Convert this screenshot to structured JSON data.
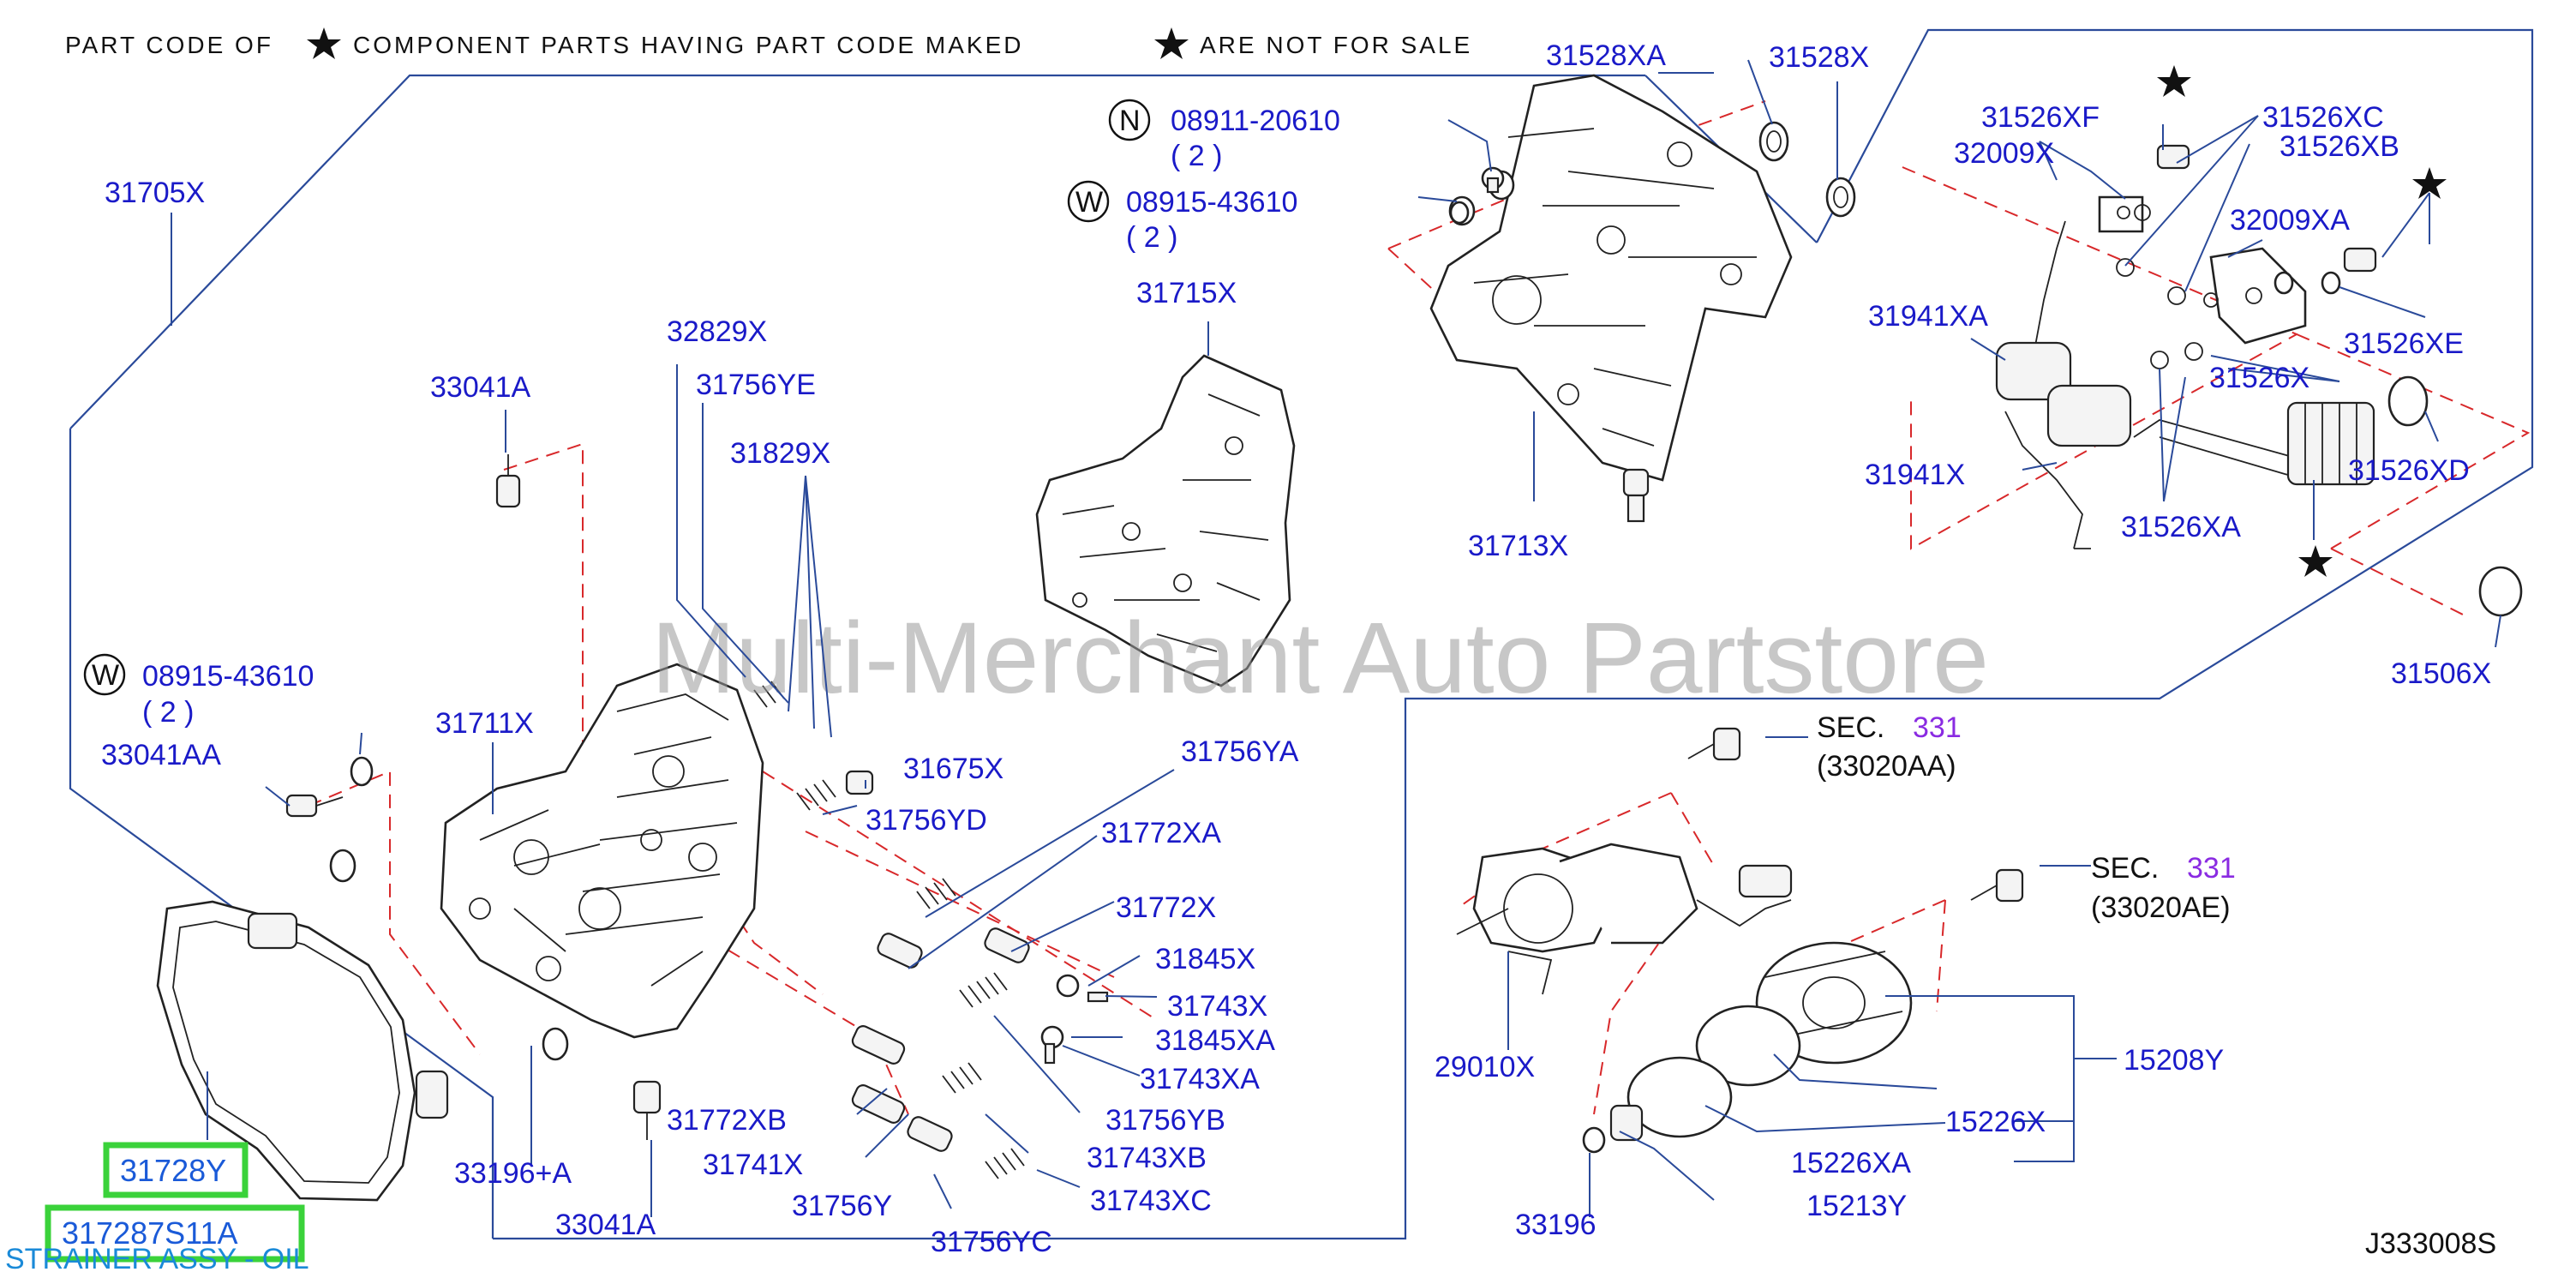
{
  "header": {
    "part_code_of": "PART CODE OF",
    "component_parts": "COMPONENT PARTS HAVING PART CODE MAKED",
    "not_for_sale": "ARE NOT FOR SALE"
  },
  "watermark": "Multi-Merchant Auto Partstore",
  "diagram_code": "J333008S",
  "highlight": {
    "part1": "31728Y",
    "part2": "317287S11A",
    "description": "STRAINER ASSY - OIL"
  },
  "symbols": {
    "n": "N",
    "w": "W"
  },
  "fasteners": {
    "n_part": "08911-20610",
    "n_qty": "( 2 )",
    "w_part_top": "08915-43610",
    "w_qty_top": "( 2 )",
    "w_part_left": "08915-43610",
    "w_qty_left": "( 2 )"
  },
  "sections": {
    "sec1": "SEC.",
    "sec1_num": "331",
    "sec1_ref": "(33020AA)",
    "sec2": "SEC.",
    "sec2_num": "331",
    "sec2_ref": "(33020AE)"
  },
  "labels": {
    "p31705X": "31705X",
    "p33041A_top": "33041A",
    "p32829X": "32829X",
    "p31756YE": "31756YE",
    "p31829X": "31829X",
    "p31711X": "31711X",
    "p33041AA": "33041AA",
    "p31675X": "31675X",
    "p31756YD": "31756YD",
    "p31756YA": "31756YA",
    "p31772XA": "31772XA",
    "p31772X": "31772X",
    "p31845X": "31845X",
    "p31743X": "31743X",
    "p31845XA": "31845XA",
    "p31743XA": "31743XA",
    "p31756YB": "31756YB",
    "p31772XB": "31772XB",
    "p31741X": "31741X",
    "p31743XB": "31743XB",
    "p31756Y": "31756Y",
    "p31743XC": "31743XC",
    "p31756YC": "31756YC",
    "p33196A": "33196+A",
    "p33041A_bot": "33041A",
    "p31715X": "31715X",
    "p31528XA": "31528XA",
    "p31528X": "31528X",
    "p31713X": "31713X",
    "p31526XF": "31526XF",
    "p32009X": "32009X",
    "p31526XC": "31526XC",
    "p31526XB": "31526XB",
    "p32009XA": "32009XA",
    "p31941XA": "31941XA",
    "p31526XE": "31526XE",
    "p31526X": "31526X",
    "p31941X": "31941X",
    "p31526XD": "31526XD",
    "p31526XA": "31526XA",
    "p31506X": "31506X",
    "p29010X": "29010X",
    "p15208Y": "15208Y",
    "p15226X": "15226X",
    "p15226XA": "15226XA",
    "p15213Y": "15213Y",
    "p33196": "33196"
  }
}
